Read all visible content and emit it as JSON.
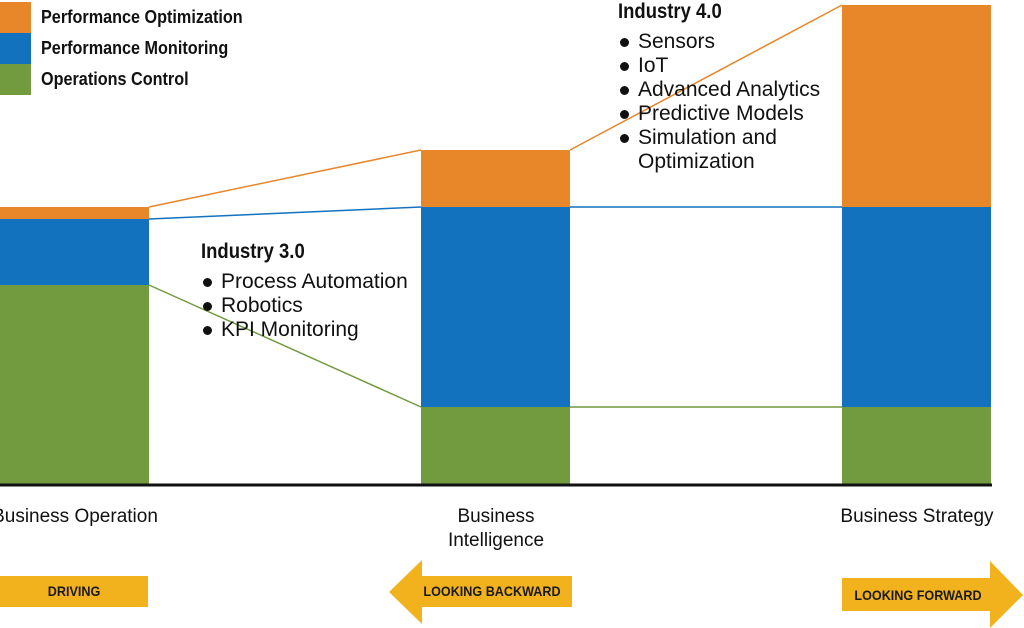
{
  "colors": {
    "optimization": "#e8862a",
    "monitoring": "#1272bd",
    "control": "#729a3f",
    "badge": "#f2b21d",
    "axis": "#111111"
  },
  "legend": [
    {
      "label": "Performance Optimization",
      "color": "#e8862a"
    },
    {
      "label": "Performance Monitoring",
      "color": "#1272bd"
    },
    {
      "label": "Operations Control",
      "color": "#729a3f"
    }
  ],
  "annotations": {
    "industry3": {
      "title": "Industry 3.0",
      "items": [
        "Process Automation",
        "Robotics",
        "KPI Monitoring"
      ]
    },
    "industry4": {
      "title": "Industry 4.0",
      "items": [
        "Sensors",
        "IoT",
        "Advanced Analytics",
        "Predictive Models",
        "Simulation and Optimization"
      ]
    }
  },
  "badges": [
    {
      "label": "DRIVING",
      "shape": "rect"
    },
    {
      "label": "LOOKING BACKWARD",
      "shape": "arrow-left"
    },
    {
      "label": "LOOKING FORWARD",
      "shape": "arrow-right"
    }
  ],
  "chart_data": {
    "type": "bar",
    "stacked": true,
    "categories": [
      "Business Operation",
      "Business Intelligence",
      "Business Strategy"
    ],
    "series": [
      {
        "name": "Operations Control",
        "color": "#729a3f",
        "values": [
          200,
          78,
          78
        ]
      },
      {
        "name": "Performance Monitoring",
        "color": "#1272bd",
        "values": [
          66,
          200,
          200
        ]
      },
      {
        "name": "Performance Optimization",
        "color": "#e8862a",
        "values": [
          12,
          57,
          202
        ]
      }
    ],
    "ylim": [
      0,
      480
    ],
    "grid": false,
    "legend_position": "top-left",
    "connectors": true
  }
}
